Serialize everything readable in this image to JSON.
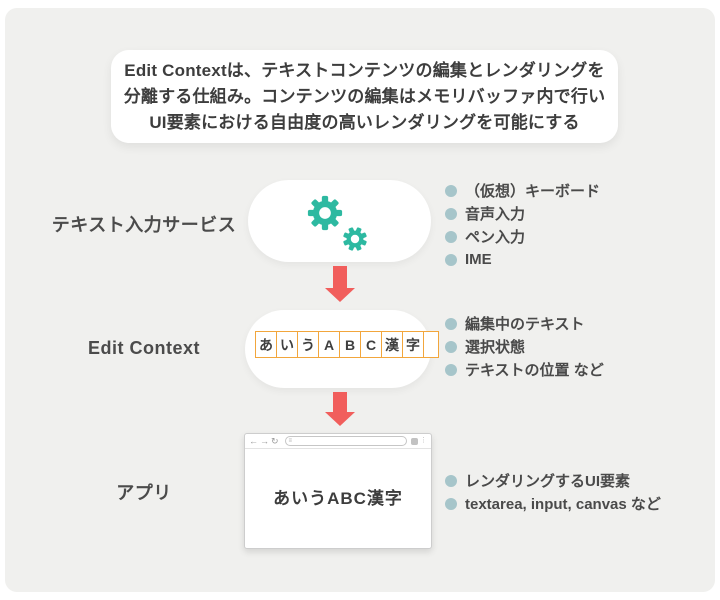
{
  "header": {
    "line1": "Edit Contextは、テキストコンテンツの編集とレンダリングを",
    "line2": "分離する仕組み。コンテンツの編集はメモリバッファ内で行い",
    "line3": "UI要素における自由度の高いレンダリングを可能にする"
  },
  "rows": [
    {
      "label": "テキスト入力サービス",
      "icon": "gears-icon",
      "bullets": [
        "（仮想）キーボード",
        "音声入力",
        "ペン入力",
        "IME"
      ]
    },
    {
      "label": "Edit Context",
      "cells": [
        "あ",
        "い",
        "う",
        "A",
        "B",
        "C",
        "漢",
        "字"
      ],
      "bullets": [
        "編集中のテキスト",
        "選択状態",
        "テキストの位置 など"
      ]
    },
    {
      "label": "アプリ",
      "browser_text": "あいうABC漢字",
      "bullets": [
        "レンダリングするUI要素",
        "textarea, input, canvas など"
      ]
    }
  ],
  "browser_icons": {
    "back": "←",
    "forward": "→",
    "reload": "↻",
    "address_mark": "≡",
    "menu": "⋮"
  },
  "colors": {
    "canvas": "#f0f0ee",
    "card": "#ffffff",
    "arrow_red": "#f15e5c",
    "gear_teal": "#2db9a1",
    "bullet_teal": "#a6c5ca",
    "cell_border": "#f2a63c",
    "text_dark": "#3d3d3d"
  }
}
